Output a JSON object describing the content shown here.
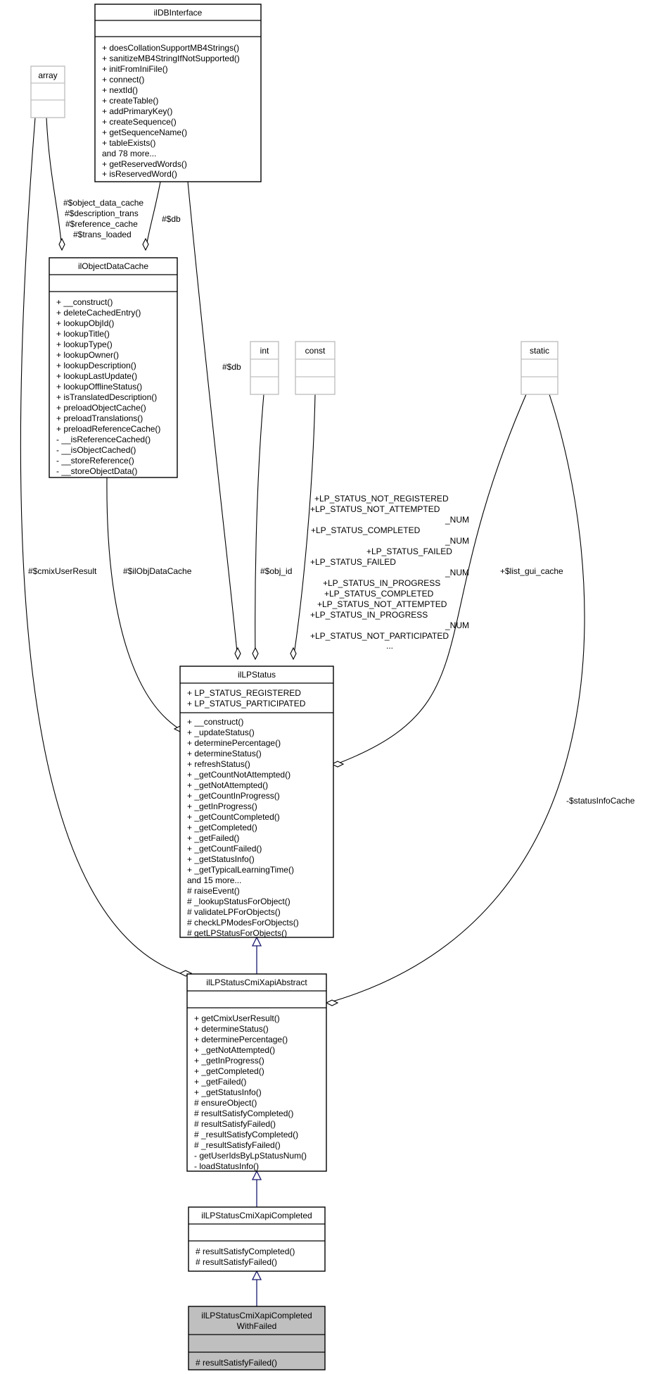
{
  "classes": {
    "db_interface": {
      "name": "ilDBInterface",
      "attributes": [],
      "methods": [
        "+ doesCollationSupportMB4Strings()",
        "+ sanitizeMB4StringIfNotSupported()",
        "+ initFromIniFile()",
        "+ connect()",
        "+ nextId()",
        "+ createTable()",
        "+ addPrimaryKey()",
        "+ createSequence()",
        "+ getSequenceName()",
        "+ tableExists()",
        "and 78 more...",
        "+ getReservedWords()",
        "+ isReservedWord()"
      ]
    },
    "array": {
      "name": "array",
      "attributes": [],
      "methods": []
    },
    "object_data_cache": {
      "name": "ilObjectDataCache",
      "attributes": [],
      "methods": [
        "+ __construct()",
        "+ deleteCachedEntry()",
        "+ lookupObjId()",
        "+ lookupTitle()",
        "+ lookupType()",
        "+ lookupOwner()",
        "+ lookupDescription()",
        "+ lookupLastUpdate()",
        "+ lookupOfflineStatus()",
        "+ isTranslatedDescription()",
        "+ preloadObjectCache()",
        "+ preloadTranslations()",
        "+ preloadReferenceCache()",
        "- __isReferenceCached()",
        "- __isObjectCached()",
        "- __storeReference()",
        "- __storeObjectData()"
      ]
    },
    "int": {
      "name": "int",
      "attributes": [],
      "methods": []
    },
    "const": {
      "name": "const",
      "attributes": [],
      "methods": []
    },
    "static": {
      "name": "static",
      "attributes": [],
      "methods": []
    },
    "lp_status": {
      "name": "ilLPStatus",
      "attributes": [
        "+ LP_STATUS_REGISTERED",
        "+ LP_STATUS_PARTICIPATED"
      ],
      "methods": [
        "+ __construct()",
        "+ _updateStatus()",
        "+ determinePercentage()",
        "+ determineStatus()",
        "+ refreshStatus()",
        "+ _getCountNotAttempted()",
        "+ _getNotAttempted()",
        "+ _getCountInProgress()",
        "+ _getInProgress()",
        "+ _getCountCompleted()",
        "+ _getCompleted()",
        "+ _getFailed()",
        "+ _getCountFailed()",
        "+ _getStatusInfo()",
        "+ _getTypicalLearningTime()",
        "and 15 more...",
        "# raiseEvent()",
        "# _lookupStatusForObject()",
        "# validateLPForObjects()",
        "# checkLPModesForObjects()",
        "# getLPStatusForObjects()"
      ]
    },
    "cmi_abstract": {
      "name": "ilLPStatusCmiXapiAbstract",
      "attributes": [],
      "methods": [
        "+ getCmixUserResult()",
        "+ determineStatus()",
        "+ determinePercentage()",
        "+ _getNotAttempted()",
        "+ _getInProgress()",
        "+ _getCompleted()",
        "+ _getFailed()",
        "+ _getStatusInfo()",
        "# ensureObject()",
        "# resultSatisfyCompleted()",
        "# resultSatisfyFailed()",
        "# _resultSatisfyCompleted()",
        "# _resultSatisfyFailed()",
        "- getUserIdsByLpStatusNum()",
        "- loadStatusInfo()"
      ]
    },
    "cmi_completed": {
      "name": "ilLPStatusCmiXapiCompleted",
      "attributes": [],
      "methods": [
        "# resultSatisfyCompleted()",
        "# resultSatisfyFailed()"
      ]
    },
    "cmi_completed_failed": {
      "name_lines": [
        "ilLPStatusCmiXapiCompleted",
        "WithFailed"
      ],
      "attributes": [],
      "methods": [
        "# resultSatisfyFailed()"
      ]
    }
  },
  "edge_labels": {
    "odc_from_array": [
      "#$object_data_cache",
      "#$description_trans",
      "#$reference_cache",
      "#$trans_loaded"
    ],
    "odc_from_db": "#$db",
    "lp_from_db": "#$db",
    "cmix_user_result": "#$cmixUserResult",
    "obj_data_cache": "#$ilObjDataCache",
    "obj_id": "#$obj_id",
    "consts": [
      "+LP_STATUS_NOT_REGISTERED",
      "+LP_STATUS_NOT_ATTEMPTED",
      "_NUM",
      "+LP_STATUS_COMPLETED",
      "_NUM",
      "+LP_STATUS_FAILED",
      "+LP_STATUS_FAILED",
      "_NUM",
      "+LP_STATUS_IN_PROGRESS",
      "+LP_STATUS_COMPLETED",
      "+LP_STATUS_NOT_ATTEMPTED",
      "+LP_STATUS_IN_PROGRESS",
      "_NUM",
      "+LP_STATUS_NOT_PARTICIPATED",
      "..."
    ],
    "list_gui_cache": "+$list_gui_cache",
    "status_info_cache": "-$statusInfoCache"
  }
}
